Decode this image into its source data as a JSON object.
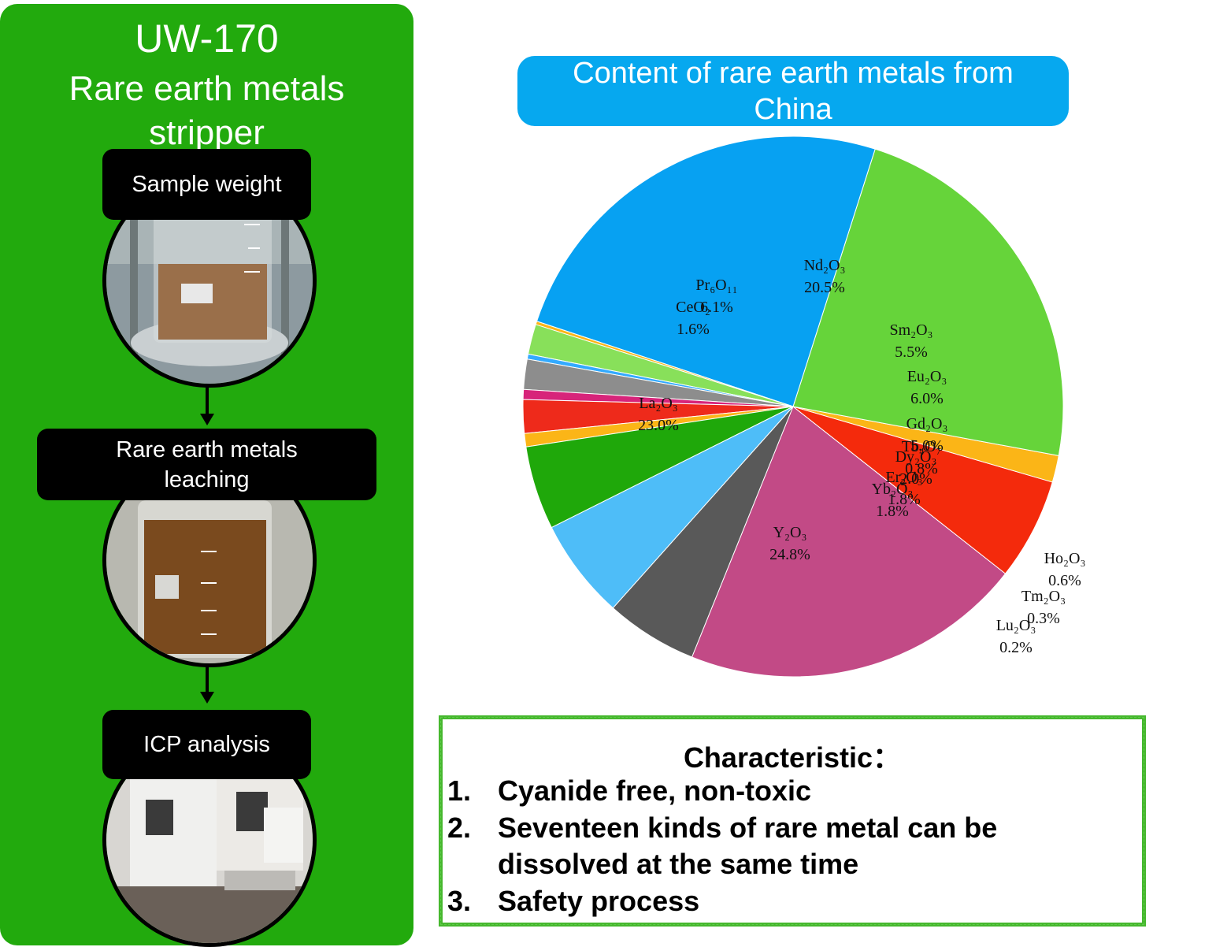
{
  "panel": {
    "title_line1": "UW-170",
    "title_line2": "Rare earth metals",
    "title_line3": "stripper",
    "steps": [
      {
        "label": "Sample weight"
      },
      {
        "label_line1": "Rare earth metals",
        "label_line2": "leaching"
      },
      {
        "label": "ICP analysis"
      }
    ]
  },
  "chart_title_line1": "Content of rare earth metals from",
  "chart_title_line2": "China",
  "chart_data": {
    "type": "pie",
    "title": "Content of rare earth metals from China",
    "start_angle_deg": 248,
    "direction": "counterclockwise",
    "slices": [
      {
        "label": "Nd₂O₃",
        "value": 20.5,
        "color": "#c24a86",
        "pct": "20.5%"
      },
      {
        "label": "Pr₆O₁₁",
        "value": 6.1,
        "color": "#f42a0c",
        "pct": "6.1%"
      },
      {
        "label": "CeO₂",
        "value": 1.6,
        "color": "#fbb517",
        "pct": "1.6%"
      },
      {
        "label": "La₂O₃",
        "value": 23.0,
        "color": "#66d43a",
        "pct": "23.0%"
      },
      {
        "label": "Y₂O₃",
        "value": 24.8,
        "color": "#07a1f2",
        "pct": "24.8%"
      },
      {
        "label": "Lu₂O₃",
        "value": 0.2,
        "color": "#fbb517",
        "pct": "0.2%"
      },
      {
        "label": "Yb₂O₃",
        "value": 1.8,
        "color": "#88e05a",
        "pct": "1.8%"
      },
      {
        "label": "Tm₂O₃",
        "value": 0.3,
        "color": "#33aaff",
        "pct": "0.3%"
      },
      {
        "label": "Er₂O₃",
        "value": 1.8,
        "color": "#8d8d8d",
        "pct": "1.8%"
      },
      {
        "label": "Ho₂O₃",
        "value": 0.6,
        "color": "#d7247a",
        "pct": "0.6%"
      },
      {
        "label": "Dy₂O₃",
        "value": 2.0,
        "color": "#ee2a1b",
        "pct": "2.0%"
      },
      {
        "label": "Tb₄O₇",
        "value": 0.8,
        "color": "#fbb517",
        "pct": "0.8%"
      },
      {
        "label": "Gd₂O₃",
        "value": 5.0,
        "color": "#1fa80a",
        "pct": "5.0%"
      },
      {
        "label": "Eu₂O₃",
        "value": 6.0,
        "color": "#4ebdf8",
        "pct": "6.0%"
      },
      {
        "label": "Sm₂O₃",
        "value": 5.5,
        "color": "#595959",
        "pct": "5.5%"
      }
    ]
  },
  "characteristic": {
    "title": "Characteristic：",
    "items": [
      {
        "num": "1.",
        "text": "Cyanide free, non-toxic"
      },
      {
        "num": "2.",
        "text_line1": "Seventeen kinds of rare metal can be",
        "text_line2": "dissolved at the same time"
      },
      {
        "num": "3.",
        "text": "Safety process"
      }
    ]
  }
}
